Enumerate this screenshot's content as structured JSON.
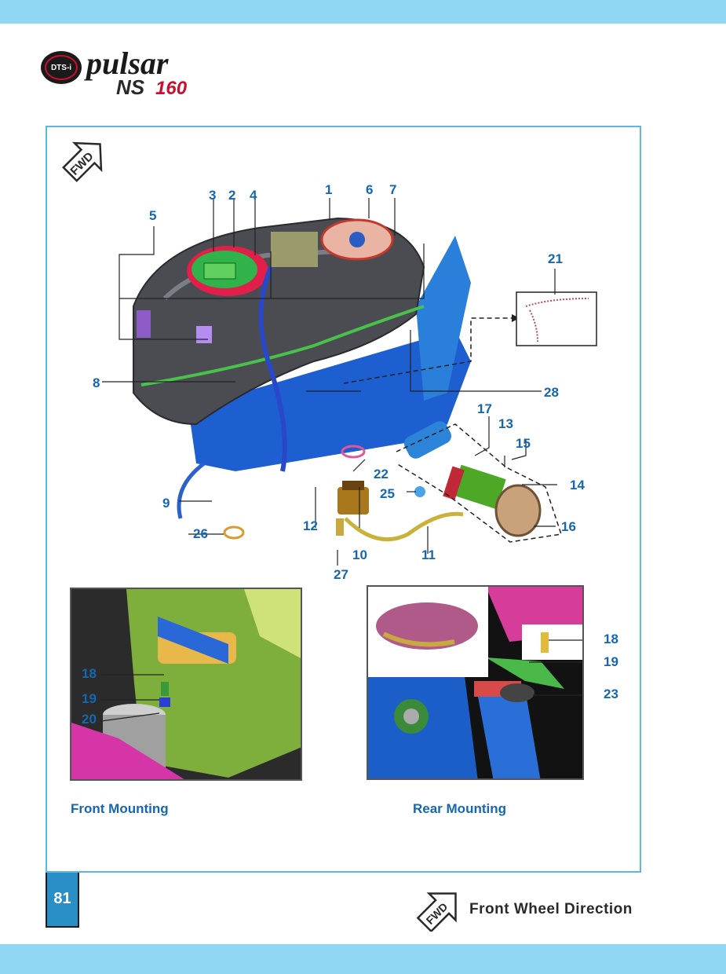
{
  "header": {
    "logo_badge": "DTS-i",
    "logo_script": "pulsar",
    "logo_model": "NS",
    "logo_model_number": "160"
  },
  "diagram": {
    "fwd_label": "FWD",
    "callouts": [
      "1",
      "2",
      "3",
      "4",
      "5",
      "6",
      "7",
      "8",
      "9",
      "10",
      "11",
      "12",
      "13",
      "14",
      "15",
      "16",
      "17",
      "21",
      "22",
      "25",
      "26",
      "27",
      "28"
    ]
  },
  "front_panel": {
    "callouts": [
      "18",
      "19",
      "20"
    ],
    "caption": "Front Mounting"
  },
  "rear_panel": {
    "callouts": [
      "18",
      "19",
      "23"
    ],
    "caption": "Rear Mounting"
  },
  "footer": {
    "page_number": "81",
    "fwd_label": "FWD",
    "legend": "Front Wheel Direction"
  },
  "colors": {
    "accent_bar": "#8fd7f3",
    "frame": "#5ab8e6",
    "callout_text": "#1666b0",
    "page_number_bg": "#2a8fc7"
  }
}
